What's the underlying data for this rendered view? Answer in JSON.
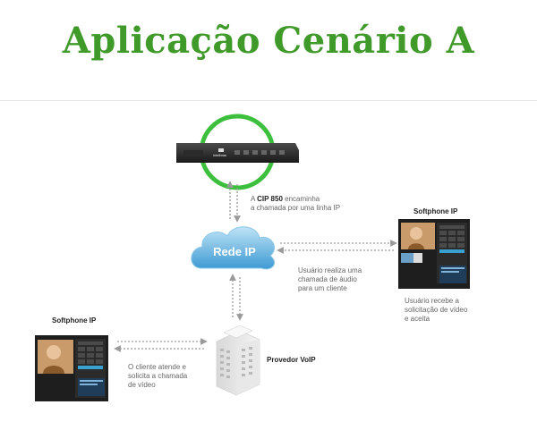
{
  "title": "Aplicação Cenário A",
  "nodes": {
    "cip_device": {
      "brand": "intelbras"
    },
    "rede_ip": {
      "label": "Rede IP"
    },
    "softphone_right": {
      "title": "Softphone IP"
    },
    "softphone_left": {
      "title": "Softphone IP"
    },
    "provedor": {
      "label": "Provedor VoIP"
    }
  },
  "captions": {
    "cip": {
      "line1_prefix": "A ",
      "line1_bold": "CIP 850",
      "line1_suffix": " encaminha",
      "line2": "a chamada por uma linha IP"
    },
    "usuario_chamada": {
      "lines": [
        "Usuário realiza uma",
        "chamada de áudio",
        "para um cliente"
      ]
    },
    "usuario_recebe": {
      "lines": [
        "Usuário recebe a",
        "solicitação de vídeo",
        "e aceita"
      ]
    },
    "cliente_atende": {
      "lines": [
        "O cliente atende e",
        "solicita a chamada",
        "de vídeo"
      ]
    }
  },
  "colors": {
    "title_green": "#3f9a2a",
    "ring_green": "#3cbf3c",
    "cloud_blue": "#5fb2de",
    "arrow_gray": "#9a9a9a"
  }
}
